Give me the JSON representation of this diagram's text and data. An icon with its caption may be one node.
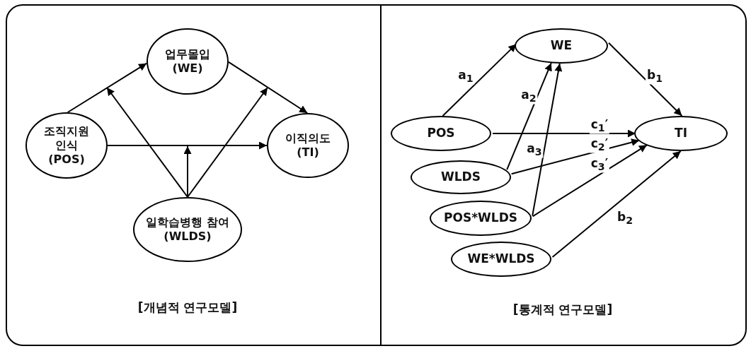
{
  "diagram": {
    "nodes": [
      {
        "text": [
          "[개념적 연구모델]"
        ]
      },
      {
        "text": [
          "업무몰입 (WE)"
        ],
        "in": 0
      },
      {
        "text": [
          "조직지원 인식 (POS)"
        ],
        "in": 0
      },
      {
        "text": [
          "이직의도 (TI)"
        ],
        "in": 0
      },
      {
        "text": [
          "일학습병행 참여(WLDS)"
        ],
        "in": 0
      },
      {
        "text": [
          "[통계적 연구모델]"
        ]
      },
      {
        "text": [
          "WE"
        ],
        "in": 5
      },
      {
        "text": [
          "POS"
        ],
        "in": 5
      },
      {
        "text": [
          "TI"
        ],
        "in": 5
      },
      {
        "text": [
          "WLDS"
        ],
        "in": 5
      },
      {
        "text": [
          "POS*WLDS"
        ],
        "in": 5
      },
      {
        "text": [
          "WE*WLDS"
        ],
        "in": 5
      }
    ],
    "edges": [
      {
        "from": 2,
        "to": 1,
        "arrow": "to"
      },
      {
        "from": 1,
        "to": 3,
        "arrow": "to"
      },
      {
        "from": 2,
        "to": 3,
        "arrow": "to"
      },
      {
        "from": 4,
        "to": null,
        "arrow": "to"
      },
      {
        "from": 4,
        "to": null,
        "arrow": "to"
      },
      {
        "from": 4,
        "to": null,
        "arrow": "to"
      },
      {
        "from": 7,
        "to": 6,
        "arrow": "to",
        "label": "a$_{1}$"
      },
      {
        "from": 9,
        "to": 6,
        "arrow": "to",
        "label": "a$_{2}$"
      },
      {
        "from": 10,
        "to": 6,
        "arrow": "to",
        "label": "a$_{3}$"
      },
      {
        "from": 6,
        "to": 8,
        "arrow": "to",
        "label": "b$_{1}$"
      },
      {
        "from": 7,
        "to": 8,
        "arrow": "to",
        "label": "c$_{1}$′"
      },
      {
        "from": 9,
        "to": 8,
        "arrow": "to",
        "label": "c$_{2}$′"
      },
      {
        "from": 10,
        "to": 8,
        "arrow": "to",
        "label": "c$_{3}$′"
      },
      {
        "from": 11,
        "to": 8,
        "arrow": "to",
        "label": "b$_{2}$"
      }
    ]
  }
}
